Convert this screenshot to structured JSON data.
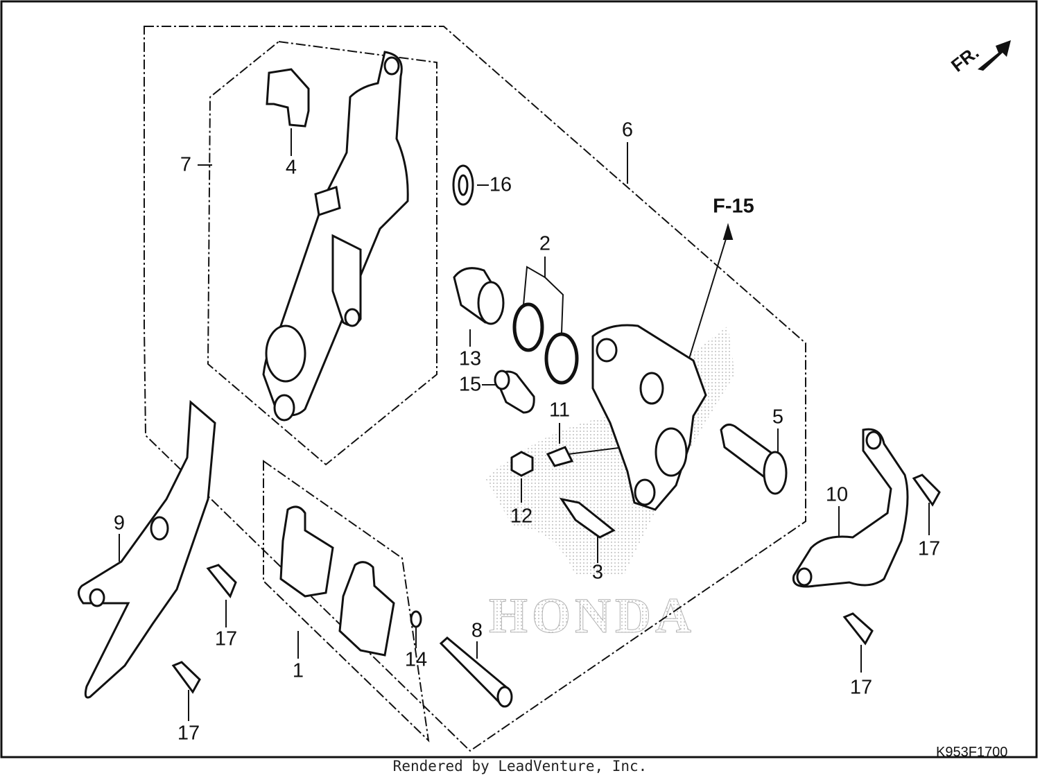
{
  "callouts": {
    "c1": "1",
    "c2": "2",
    "c3": "3",
    "c4": "4",
    "c5": "5",
    "c6": "6",
    "c7": "7",
    "c8": "8",
    "c9": "9",
    "c10": "10",
    "c11": "11",
    "c12": "12",
    "c13": "13",
    "c14": "14",
    "c15": "15",
    "c16": "16",
    "c17": "17"
  },
  "reference": "F-15",
  "direction_label": "FR.",
  "watermark": "HONDA",
  "diagram_code": "K953F1700",
  "credit": "Rendered by LeadVenture, Inc.",
  "colors": {
    "line": "#111111",
    "background": "#ffffff",
    "watermark": "#bdbdbd"
  }
}
